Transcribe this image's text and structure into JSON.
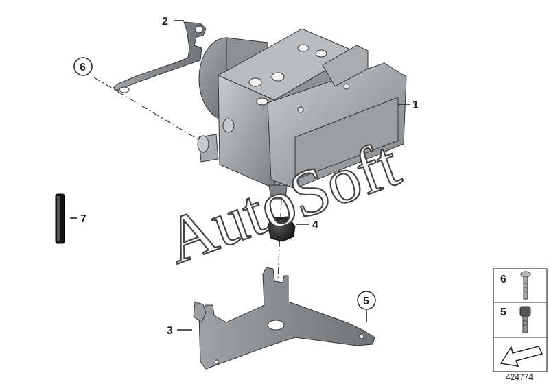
{
  "watermark": "AutoSoft",
  "callouts": {
    "c1": "1",
    "c2": "2",
    "c3": "3",
    "c4": "4",
    "c5": "5",
    "c6": "6",
    "c7": "7"
  },
  "legend": {
    "row1_label": "6",
    "row2_label": "5"
  },
  "document_number": "424774"
}
